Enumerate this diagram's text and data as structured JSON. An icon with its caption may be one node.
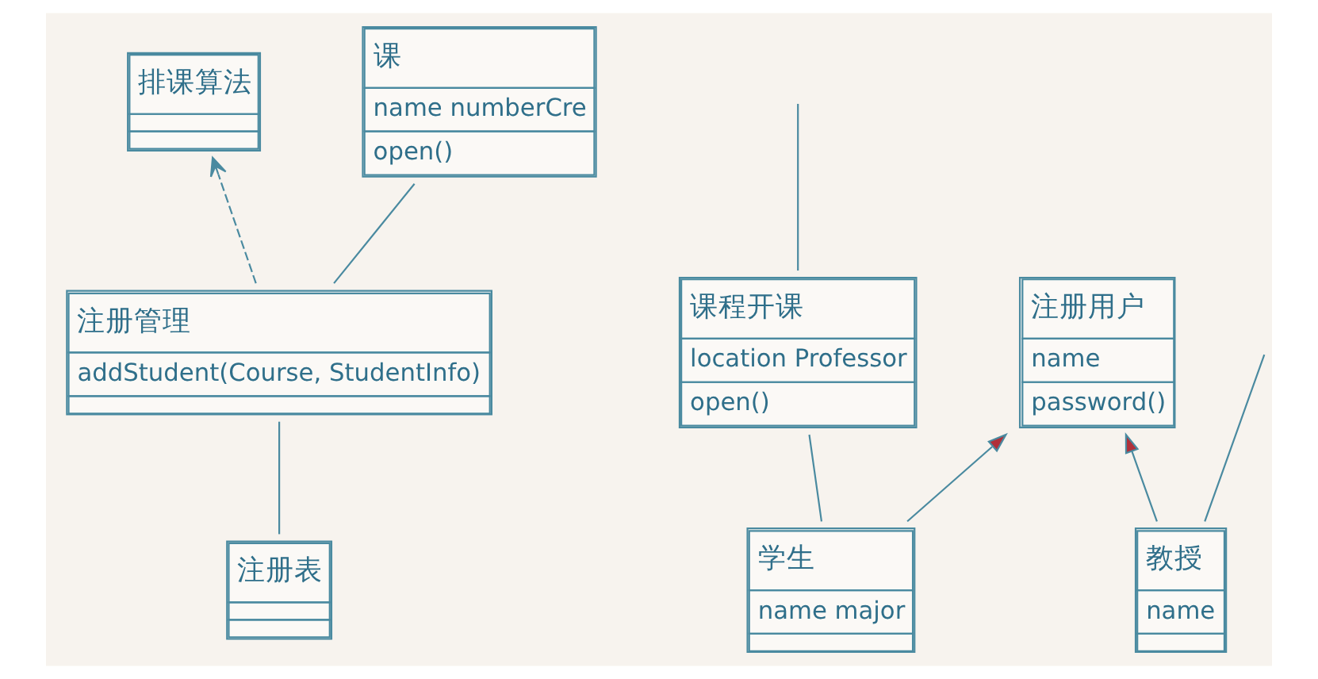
{
  "diagram": {
    "nodes": [
      {
        "text": [
          "注册表"
        ]
      },
      {
        "text": [
          "排课算法"
        ]
      },
      {
        "text": [
          "注册管理",
          "addStudent(Course, StudentInfo)"
        ]
      },
      {
        "text": [
          "课",
          "name numberCre",
          "open()"
        ]
      },
      {
        "text": [
          "注册用户",
          "name",
          "password()"
        ]
      },
      {
        "text": [
          "学生",
          "name major"
        ]
      },
      {
        "text": [
          "课程开课",
          "location Professor",
          "open()"
        ]
      },
      {
        "text": [
          "教授",
          "name"
        ]
      }
    ],
    "edges": [
      {
        "from": 0,
        "to": 2,
        "arrow": "none"
      },
      {
        "from": 2,
        "to": 1,
        "arrow": "to",
        "style": "dashed"
      },
      {
        "from": 2,
        "to": 3,
        "arrow": "none"
      },
      {
        "from": 5,
        "to": 4,
        "arrow": "to"
      },
      {
        "from": 7,
        "to": 4,
        "arrow": "to"
      },
      {
        "from": 5,
        "to": 6,
        "arrow": "none"
      },
      {
        "from": 7,
        "to": null,
        "arrow": "none"
      },
      {
        "from": 6,
        "to": null,
        "arrow": "none"
      }
    ]
  }
}
